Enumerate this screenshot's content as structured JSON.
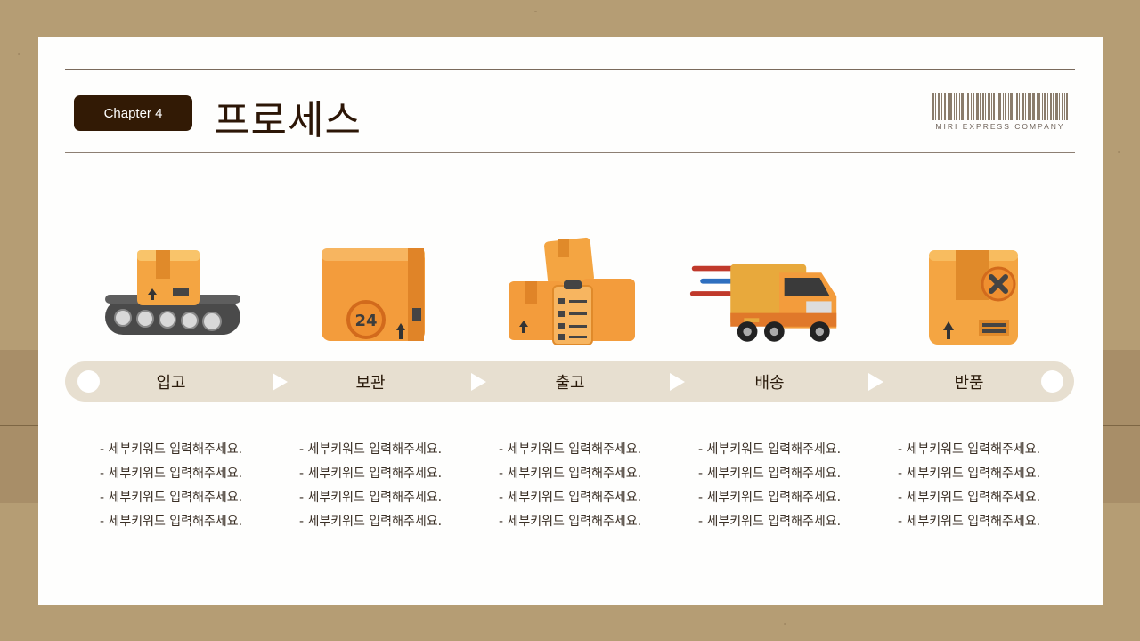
{
  "header": {
    "chapter_label": "Chapter 4",
    "title": "프로세스",
    "company": "MIRI EXPRESS COMPANY"
  },
  "icons": {
    "step1": "conveyor-box-icon",
    "step2": "24h-box-icon",
    "step3": "boxes-checklist-icon",
    "step4": "delivery-truck-icon",
    "step5": "return-box-icon"
  },
  "colors": {
    "background": "#b59d74",
    "chapter_badge": "#321a05",
    "bar": "#e7dfd0",
    "box_orange": "#f2a03d",
    "title_text": "#2c1606"
  },
  "steps": [
    {
      "label": "입고",
      "lines": [
        "- 세부키워드 입력해주세요.",
        "- 세부키워드 입력해주세요.",
        "- 세부키워드 입력해주세요.",
        "- 세부키워드 입력해주세요."
      ]
    },
    {
      "label": "보관",
      "lines": [
        "- 세부키워드 입력해주세요.",
        "- 세부키워드 입력해주세요.",
        "- 세부키워드 입력해주세요.",
        "- 세부키워드 입력해주세요."
      ]
    },
    {
      "label": "출고",
      "lines": [
        "- 세부키워드 입력해주세요.",
        "- 세부키워드 입력해주세요.",
        "- 세부키워드 입력해주세요.",
        "- 세부키워드 입력해주세요."
      ]
    },
    {
      "label": "배송",
      "lines": [
        "- 세부키워드 입력해주세요.",
        "- 세부키워드 입력해주세요.",
        "- 세부키워드 입력해주세요.",
        "- 세부키워드 입력해주세요."
      ]
    },
    {
      "label": "반품",
      "lines": [
        "- 세부키워드 입력해주세요.",
        "- 세부키워드 입력해주세요.",
        "- 세부키워드 입력해주세요.",
        "- 세부키워드 입력해주세요."
      ]
    }
  ]
}
